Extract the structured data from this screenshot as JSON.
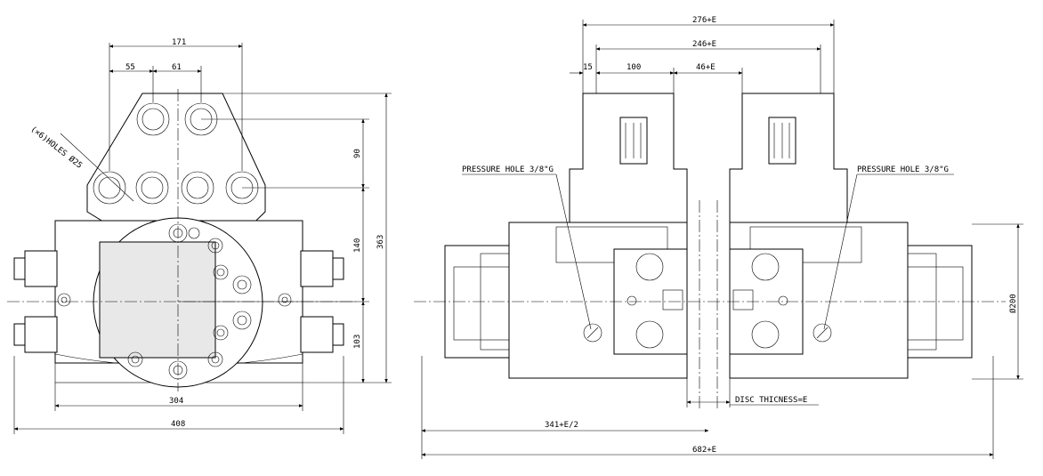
{
  "front_view": {
    "dims": {
      "top_overall": "171",
      "top_left": "55",
      "top_mid": "61",
      "holes_label": "(×6)HOLES Ø25",
      "right_90": "90",
      "right_140": "140",
      "right_103": "103",
      "right_363": "363",
      "bottom_304": "304",
      "bottom_408": "408"
    }
  },
  "side_view": {
    "dims": {
      "top_276": "276+E",
      "top_246": "246+E",
      "top_15": "15",
      "top_100": "100",
      "top_46": "46+E",
      "dia_200": "Ø200",
      "bottom_341": "341+E/2",
      "bottom_682": "682+E",
      "disc": "DISC THICNESS=E"
    },
    "pressure_left": "PRESSURE HOLE 3/8\"G",
    "pressure_right": "PRESSURE HOLE 3/8\"G"
  }
}
